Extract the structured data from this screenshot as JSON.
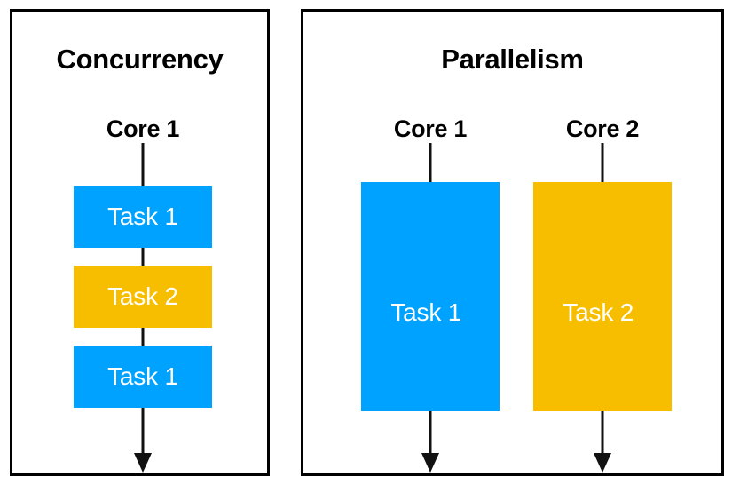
{
  "diagram": {
    "title_concurrency": "Concurrency",
    "title_parallelism": "Parallelism",
    "colors": {
      "task_blue": "#00A2FF",
      "task_orange": "#F7BE00",
      "stroke": "#111111",
      "border": "#000000",
      "background": "#FFFFFF",
      "label_text": "#FFFFFF"
    }
  },
  "concurrency": {
    "title": "Concurrency",
    "core": {
      "label": "Core 1"
    },
    "blocks": [
      {
        "label": "Task 1",
        "color": "#00A2FF"
      },
      {
        "label": "Task 2",
        "color": "#F7BE00"
      },
      {
        "label": "Task 1",
        "color": "#00A2FF"
      }
    ]
  },
  "parallelism": {
    "title": "Parallelism",
    "cores": [
      {
        "label": "Core 1",
        "block": {
          "label": "Task 1",
          "color": "#00A2FF"
        }
      },
      {
        "label": "Core 2",
        "block": {
          "label": "Task 2",
          "color": "#F7BE00"
        }
      }
    ]
  }
}
